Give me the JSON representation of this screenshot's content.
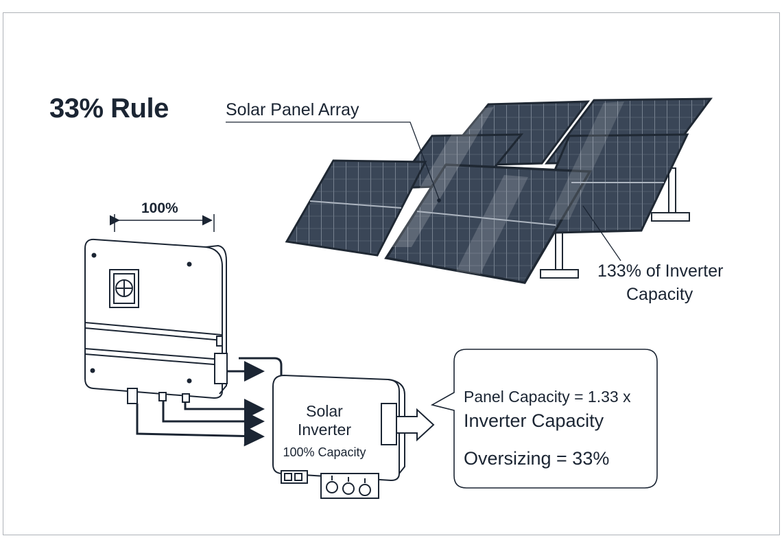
{
  "title": "33% Rule",
  "labels": {
    "panel_array": "Solar Panel Array",
    "oversize_capacity_line1": "133% of Inverter",
    "oversize_capacity_line2": "Capacity",
    "inverter_width": "100%"
  },
  "inverter_box": {
    "name_line1": "Solar",
    "name_line2": "Inverter",
    "capacity": "100% Capacity"
  },
  "callout": {
    "line1": "Panel Capacity = 1.33 x",
    "line2": "Inverter Capacity",
    "line3": "Oversizing = 33%"
  },
  "colors": {
    "ink": "#1b2533",
    "panel_cell": "#3a4657",
    "panel_frame": "#1f2833",
    "frame_border": "#aeb2b8"
  }
}
